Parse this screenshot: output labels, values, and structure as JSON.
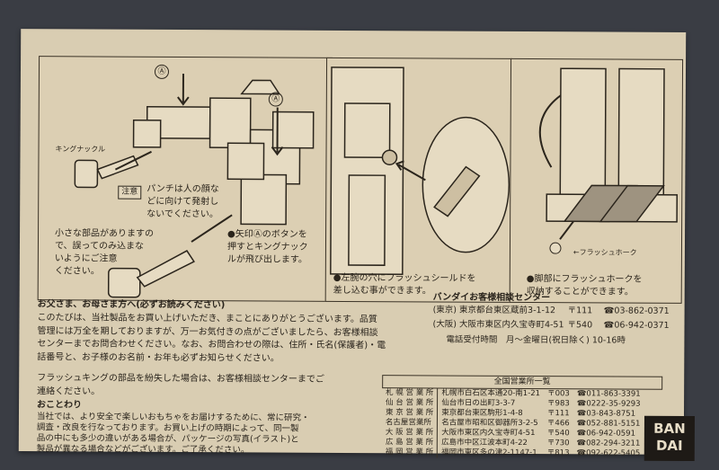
{
  "panel1": {
    "markA1": "Ⓐ",
    "markA2": "Ⓐ",
    "king_knuckle_label": "キングナックル",
    "caution_label": "注意",
    "caution_text": [
      "パンチは人の顔な",
      "どに向けて発射し",
      "ないでください。"
    ],
    "small_parts_text": [
      "小さな部品がありますの",
      "で、誤ってのみ込まな",
      "いようにご注意",
      "ください。"
    ],
    "arrow_text": [
      "●矢印Ⓐのボタンを",
      "押すとキングナック",
      "ルが飛び出します。"
    ]
  },
  "panel2": {
    "caption": [
      "●左腕の穴にフラッシュシールドを",
      "差し込む事ができます。"
    ]
  },
  "panel3": {
    "flash_hawk_label": "←フラッシュホーク",
    "caption": [
      "●脚部にフラッシュホークを",
      "収納することができます。"
    ]
  },
  "notice": {
    "heading": "お父さま、お母さま方へ(必ずお読みください)",
    "lines": [
      "このたびは、当社製品をお買い上げいただき、まことにありがとうございます。品質",
      "管理には万全を期しておりますが、万一お気付きの点がございましたら、お客様相談",
      "センターまでお問合わせください。なお、お問合わせの際は、住所・氏名(保護者)・電",
      "話番号と、お子様のお名前・お年も必ずお知らせください。"
    ],
    "lost_parts": "フラッシュキングの部品を紛失した場合は、お客様相談センターまでご",
    "lost_parts2": "連絡ください。",
    "apology_heading": "おことわり",
    "apology_lines": [
      "当社では、より安全で楽しいおもちゃをお届けするために、常に研究・",
      "調査・改良を行なっております。お買い上げの時期によって、同一製",
      "品の中にも多少の違いがある場合が、パッケージの写真(イラスト)と",
      "製品が異なる場合などがございます。ご了承ください。"
    ]
  },
  "support": {
    "heading": "バンダイお客様相談センター",
    "tokyo": "(東京) 東京都台東区蔵前3-1-12",
    "tokyo_zip": "〒111",
    "tokyo_tel": "☎03-862-0371",
    "osaka": "(大阪) 大阪市東区内久宝寺町4-51",
    "osaka_zip": "〒540",
    "osaka_tel": "☎06-942-0371",
    "hours": "電話受付時間　月～金曜日(祝日除く) 10-16時"
  },
  "offices_heading": "全国営業所一覧",
  "offices": [
    {
      "name": "札 幌 営 業 所",
      "addr": "札幌市白石区本通20-南1-21",
      "zip": "〒003",
      "tel": "☎011-863-3391"
    },
    {
      "name": "仙 台 営 業 所",
      "addr": "仙台市日の出町3-3-7",
      "zip": "〒983",
      "tel": "☎0222-35-9293"
    },
    {
      "name": "東 京 営 業 所",
      "addr": "東京都台東区駒形1-4-8",
      "zip": "〒111",
      "tel": "☎03-843-8751"
    },
    {
      "name": "名古屋営業所",
      "addr": "名古屋市昭和区御器所3-2-5",
      "zip": "〒466",
      "tel": "☎052-881-5151"
    },
    {
      "name": "大 阪 営 業 所",
      "addr": "大阪市東区内久宝寺町4-51",
      "zip": "〒540",
      "tel": "☎06-942-0591"
    },
    {
      "name": "広 島 営 業 所",
      "addr": "広島市中区江波本町4-22",
      "zip": "〒730",
      "tel": "☎082-294-3211"
    },
    {
      "name": "福 岡 営 業 所",
      "addr": "福岡市東区多の津2-1147-1",
      "zip": "〒813",
      "tel": "☎092-622-5405"
    }
  ],
  "logo": {
    "line1": "BAN",
    "line2": "DAI"
  }
}
